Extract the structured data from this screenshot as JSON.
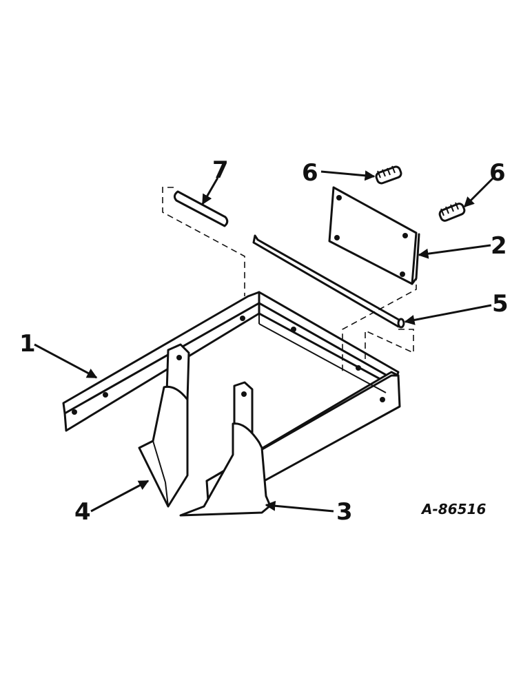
{
  "diagram": {
    "figure_id": "A-86516",
    "callouts": [
      {
        "id": "1",
        "label": "1"
      },
      {
        "id": "2",
        "label": "2"
      },
      {
        "id": "3",
        "label": "3"
      },
      {
        "id": "4",
        "label": "4"
      },
      {
        "id": "5",
        "label": "5"
      },
      {
        "id": "6a",
        "label": "6"
      },
      {
        "id": "6b",
        "label": "6"
      },
      {
        "id": "7",
        "label": "7"
      }
    ]
  },
  "colors": {
    "ink": "#111111",
    "paper": "#ffffff"
  }
}
